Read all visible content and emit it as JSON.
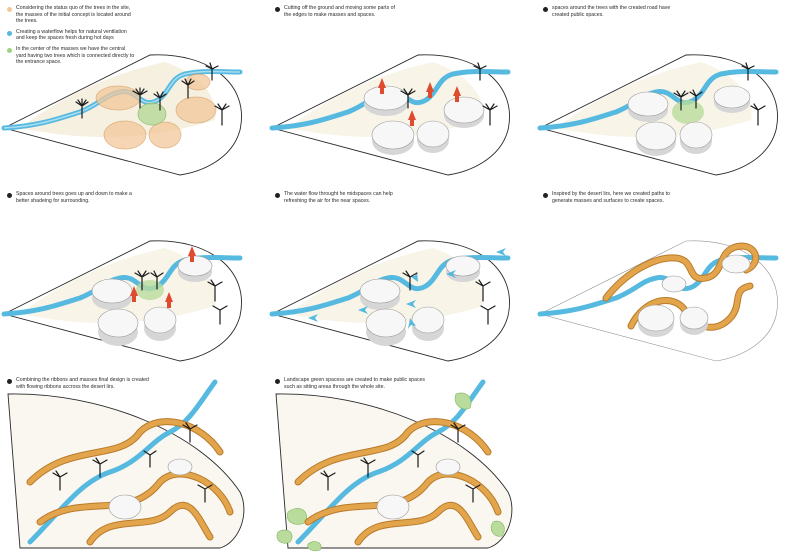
{
  "colors": {
    "outline": "#2a2a2a",
    "water": "#56b9e0",
    "water_light": "#a9ddf2",
    "orange_fill": "#f2c79a",
    "orange_stroke": "#d59a5a",
    "green_fill": "#b9dc9c",
    "green_stroke": "#82b663",
    "ribbon": "#e3a54c",
    "ribbon_dark": "#b97a2a",
    "mass_fill": "#f7f7f7",
    "mass_side": "#d6d6d6",
    "red": "#e04a2f",
    "palm": "#1b1b1b",
    "site_wash": "#f4ecd9"
  },
  "panels": [
    {
      "id": 1,
      "notes": [
        {
          "dot": "#f2c79a",
          "text": "Considering the status quo of the trees in the site, the masses of the initial concept is located around the trees."
        },
        {
          "dot": "#56b9e0",
          "text": "Creating a waterflow helps for natural ventilation and keep the spaces fresh during hot days"
        },
        {
          "dot": "#9fd17e",
          "text": "In the center of the masses we have the central yard having two trees which is connected directly to the entrance space."
        }
      ]
    },
    {
      "id": 2,
      "notes": [
        {
          "dot": "#222222",
          "text": "Cutting off the ground and moving some parts of the edges to make masses and spaces."
        }
      ]
    },
    {
      "id": 3,
      "notes": [
        {
          "dot": "#222222",
          "text": "spaces around the trees with the created road have created public spaces."
        }
      ]
    },
    {
      "id": 4,
      "notes": [
        {
          "dot": "#222222",
          "text": "Spaces around trees goes up and down to make a better shadeing for surrounding."
        }
      ]
    },
    {
      "id": 5,
      "notes": [
        {
          "dot": "#222222",
          "text": "The water flow throught he midspaces can help refreshing the air for the near spaces."
        }
      ]
    },
    {
      "id": 6,
      "notes": [
        {
          "dot": "#222222",
          "text": "Inspired by the desert lirs, here we created paths to generate masses and surfaces to create spaces."
        }
      ]
    },
    {
      "id": 7,
      "notes": [
        {
          "dot": "#222222",
          "text": "Combining the ribbons and masses final design is created with flowing ribbons accross the desert lirs."
        }
      ]
    },
    {
      "id": 8,
      "notes": [
        {
          "dot": "#222222",
          "text": "Landscape green spacess are created to make public spaces such as sitting areas through the whole site."
        }
      ]
    }
  ]
}
